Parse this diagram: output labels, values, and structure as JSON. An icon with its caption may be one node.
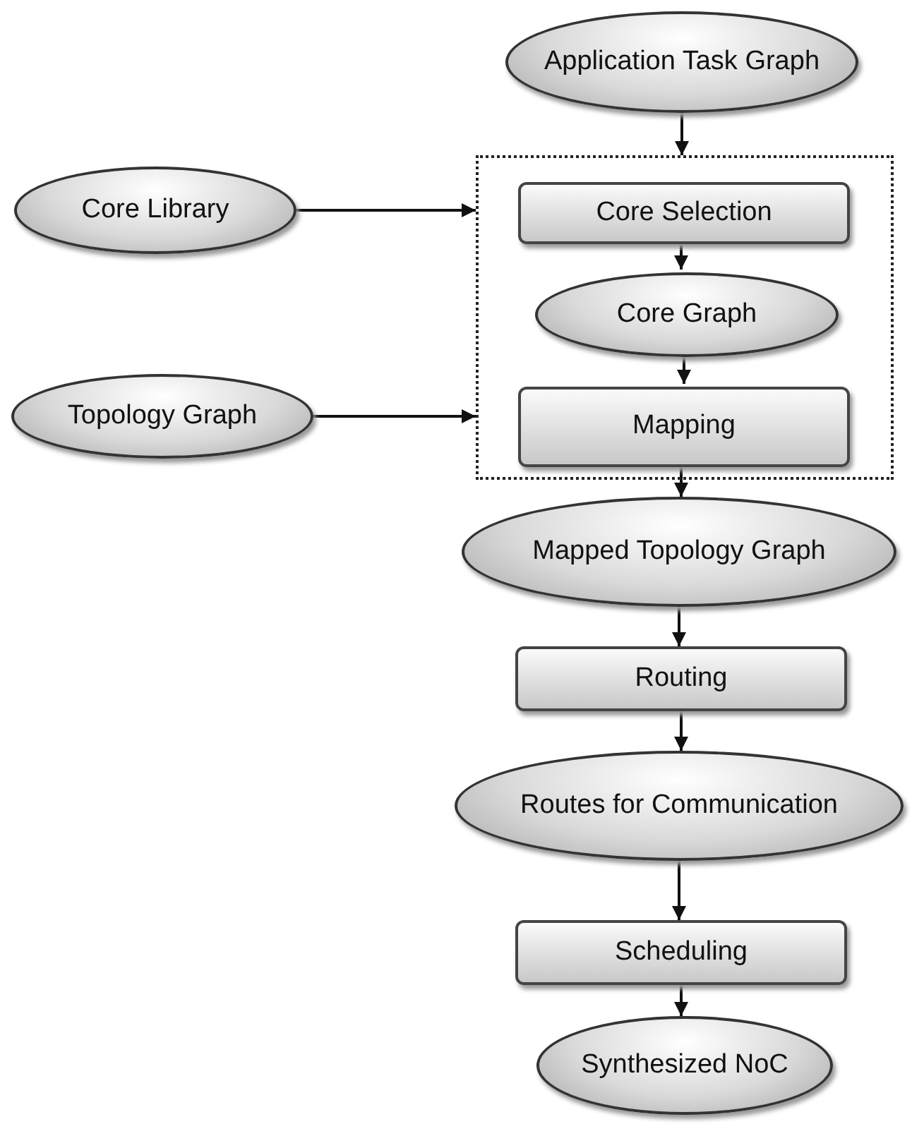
{
  "diagram": {
    "nodes": [
      {
        "text": [
          "Application Task Graph"
        ]
      },
      {
        "text": [
          "Core Library"
        ]
      },
      {
        "text": [],
        "shape": "box"
      },
      {
        "text": [
          "Core Selection"
        ],
        "in": 2
      },
      {
        "text": [
          "Core Graph"
        ],
        "in": 2
      },
      {
        "text": [
          "Topology Graph"
        ]
      },
      {
        "text": [
          "Mapping"
        ],
        "in": 2
      },
      {
        "text": [
          "Mapped Topology Graph"
        ]
      },
      {
        "text": [
          "Routing"
        ]
      },
      {
        "text": [
          "Routes for Communication"
        ]
      },
      {
        "text": [
          "Scheduling"
        ]
      },
      {
        "text": [
          "Synthesized NoC"
        ]
      }
    ],
    "edges": [
      {
        "from": 0,
        "to": 2,
        "arrow": "to"
      },
      {
        "from": 1,
        "to": 2,
        "arrow": "to"
      },
      {
        "from": 3,
        "to": 4,
        "arrow": "to"
      },
      {
        "from": 4,
        "to": 6,
        "arrow": "to"
      },
      {
        "from": 5,
        "to": 2,
        "arrow": "to"
      },
      {
        "from": 6,
        "to": 7,
        "arrow": "to"
      },
      {
        "from": 7,
        "to": 8,
        "arrow": "to"
      },
      {
        "from": 8,
        "to": 9,
        "arrow": "to"
      },
      {
        "from": 9,
        "to": 10,
        "arrow": "to"
      },
      {
        "from": 10,
        "to": 11,
        "arrow": "to"
      }
    ]
  }
}
